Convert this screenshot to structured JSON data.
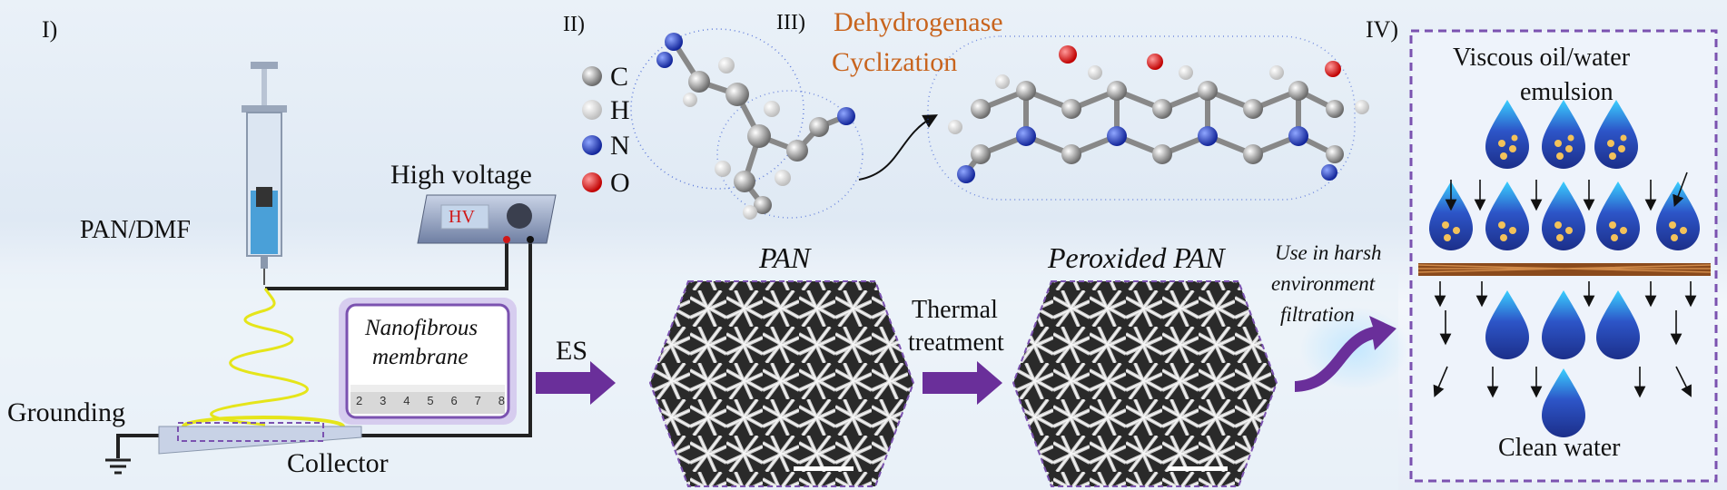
{
  "panels": {
    "p1": "I)",
    "p2": "II)",
    "p3": "III)",
    "p4": "IV)"
  },
  "labels": {
    "pan_dmf": "PAN/DMF",
    "high_voltage": "High voltage",
    "hv": "HV",
    "grounding": "Grounding",
    "collector": "Collector",
    "membrane_line1": "Nanofibrous",
    "membrane_line2": "membrane",
    "es": "ES",
    "pan": "PAN",
    "thermal_line1": "Thermal",
    "thermal_line2": "treatment",
    "peroxided_pan": "Peroxided PAN",
    "use_line1": "Use in harsh",
    "use_line2": "environment",
    "use_line3": "filtration",
    "reaction_line1": "Dehydrogenase",
    "reaction_line2": "Cyclization",
    "emulsion_line1": "Viscous oil/water",
    "emulsion_line2": "emulsion",
    "clean_water": "Clean water",
    "ruler_numbers": [
      "2",
      "3",
      "4",
      "5",
      "6",
      "7",
      "8"
    ]
  },
  "legend": [
    {
      "symbol": "C",
      "color": "#7a7a7a"
    },
    {
      "symbol": "H",
      "color": "#e6e6e6"
    },
    {
      "symbol": "N",
      "color": "#1f3fb5"
    },
    {
      "symbol": "O",
      "color": "#e01010"
    }
  ],
  "colors": {
    "arrow_purple": "#6a2f9a",
    "panel_border": "#7b52b0",
    "reaction_text": "#c8641e",
    "hv_text": "#d01818",
    "droplet_blue": "#2d55c8",
    "oil_yellow": "#f3c25a",
    "fiber_brown": "#8a4a1c"
  }
}
